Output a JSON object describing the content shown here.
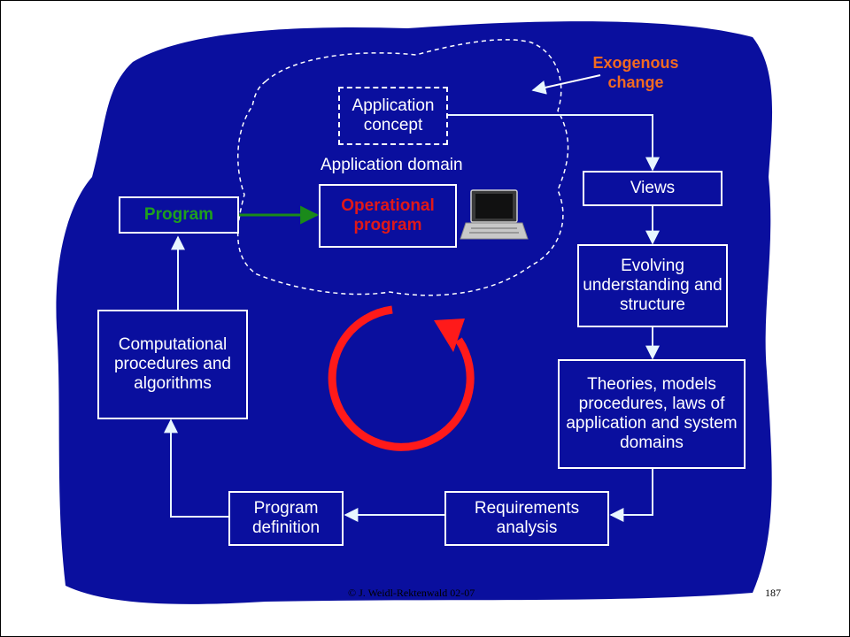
{
  "colors": {
    "background_blob": "#0a0f9e",
    "box_border": "#ffffff",
    "program_text": "#1ea01e",
    "operational_text": "#e01818",
    "exogenous_text": "#f26a21",
    "cycle_arrow": "#ff1a1a",
    "connector": "#ffffff",
    "program_connector": "#1a8a1a"
  },
  "diagram": {
    "exogenous_change": "Exogenous change",
    "application_concept": "Application concept",
    "application_domain": "Application domain",
    "program": "Program",
    "operational_program": "Operational program",
    "views": "Views",
    "evolving_understanding": "Evolving understanding and structure",
    "theories": "Theories, models procedures, laws of application and system domains",
    "requirements_analysis": "Requirements analysis",
    "program_definition": "Program definition",
    "computational_procedures": "Computational procedures and algorithms",
    "laptop_icon": "laptop-icon",
    "cycle_icon": "circular-arrow-icon"
  },
  "footer": {
    "copyright": "© J. Weidl-Rektenwald 02-07",
    "page_number": "187"
  }
}
